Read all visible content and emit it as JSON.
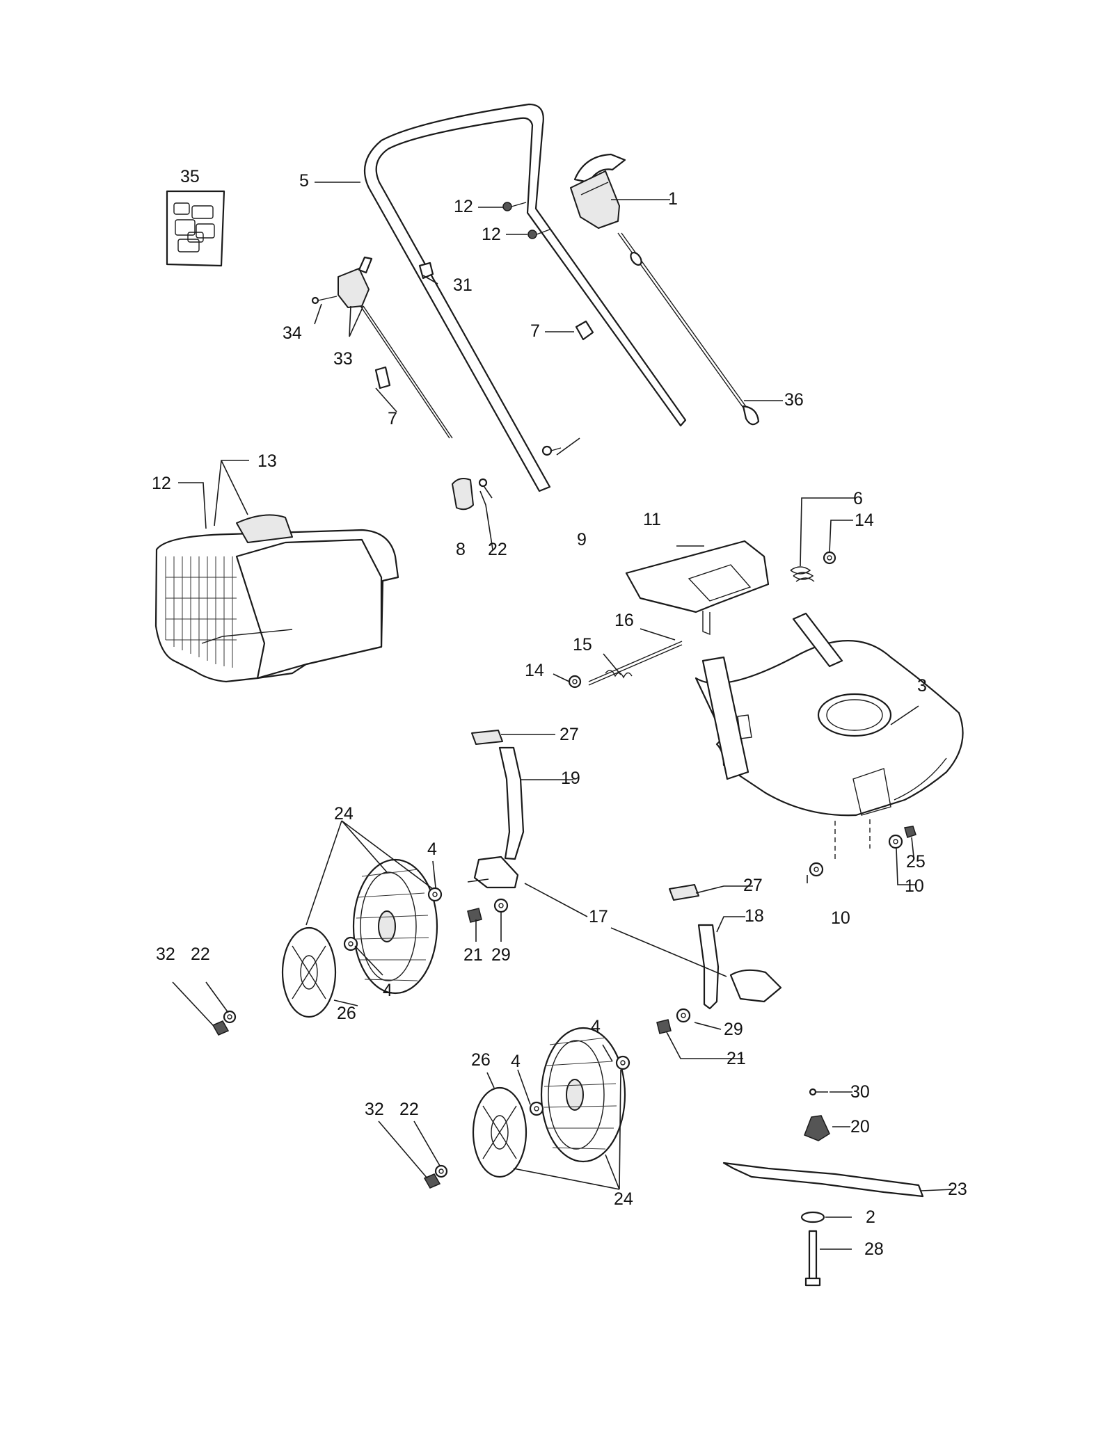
{
  "diagram": {
    "callouts": {
      "c1": "1",
      "c2": "2",
      "c3": "3",
      "c4a": "4",
      "c4b": "4",
      "c4c": "4",
      "c4d": "4",
      "c5": "5",
      "c6": "6",
      "c7a": "7",
      "c7b": "7",
      "c8": "8",
      "c9": "9",
      "c10a": "10",
      "c10b": "10",
      "c11": "11",
      "c12a": "12",
      "c12b": "12",
      "c12c": "12",
      "c13": "13",
      "c14a": "14",
      "c14b": "14",
      "c15": "15",
      "c16": "16",
      "c17": "17",
      "c18": "18",
      "c19": "19",
      "c20": "20",
      "c21a": "21",
      "c21b": "21",
      "c22a": "22",
      "c22b": "22",
      "c22c": "22",
      "c23": "23",
      "c24a": "24",
      "c24b": "24",
      "c25": "25",
      "c26a": "26",
      "c26b": "26",
      "c27a": "27",
      "c27b": "27",
      "c28": "28",
      "c29a": "29",
      "c29b": "29",
      "c30": "30",
      "c31": "31",
      "c32a": "32",
      "c32b": "32",
      "c33": "33",
      "c34": "34",
      "c35": "35",
      "c36": "36"
    }
  }
}
